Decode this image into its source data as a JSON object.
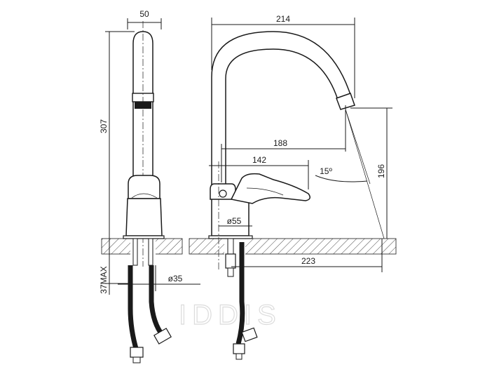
{
  "dimensions": {
    "width_side": "50",
    "height_total": "307",
    "under_max": "37MAX",
    "hole_diameter": "ø35",
    "spout_reach_total": "214",
    "reach_188": "188",
    "reach_142": "142",
    "handle_angle": "15º",
    "base_diameter": "ø55",
    "spout_height": "196",
    "reach_223": "223"
  },
  "watermark": "IDDIS",
  "colors": {
    "line": "#1a1a1a",
    "background": "#ffffff",
    "watermark": "#dcdcdc"
  }
}
